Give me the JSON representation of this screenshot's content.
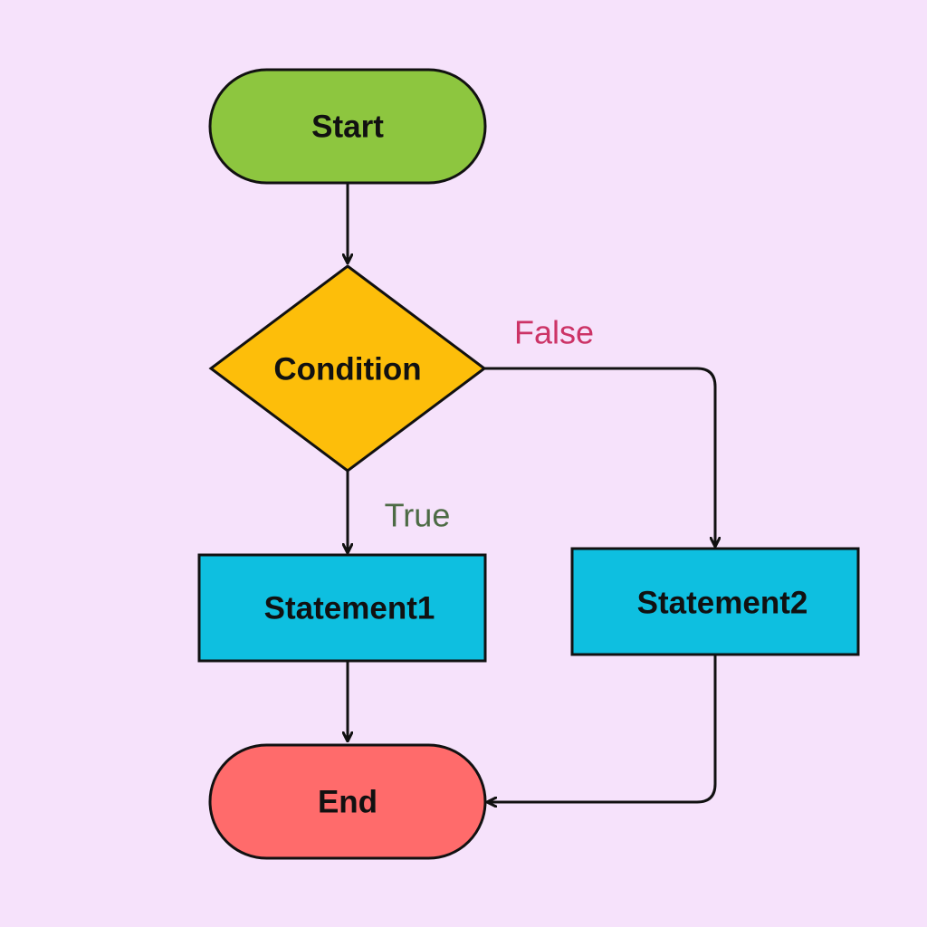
{
  "nodes": {
    "start": {
      "label": "Start",
      "color": "#8dc63f"
    },
    "condition": {
      "label": "Condition",
      "color": "#fdbe0a"
    },
    "statement1": {
      "label": "Statement1",
      "color": "#0ebfe0"
    },
    "statement2": {
      "label": "Statement2",
      "color": "#0ebfe0"
    },
    "end": {
      "label": "End",
      "color": "#ff6b6b"
    }
  },
  "branches": {
    "true_label": "True",
    "true_color": "#4d6b45",
    "false_label": "False",
    "false_color": "#cc3366"
  },
  "colors": {
    "background": "#f6e2fb",
    "stroke": "#111111"
  }
}
